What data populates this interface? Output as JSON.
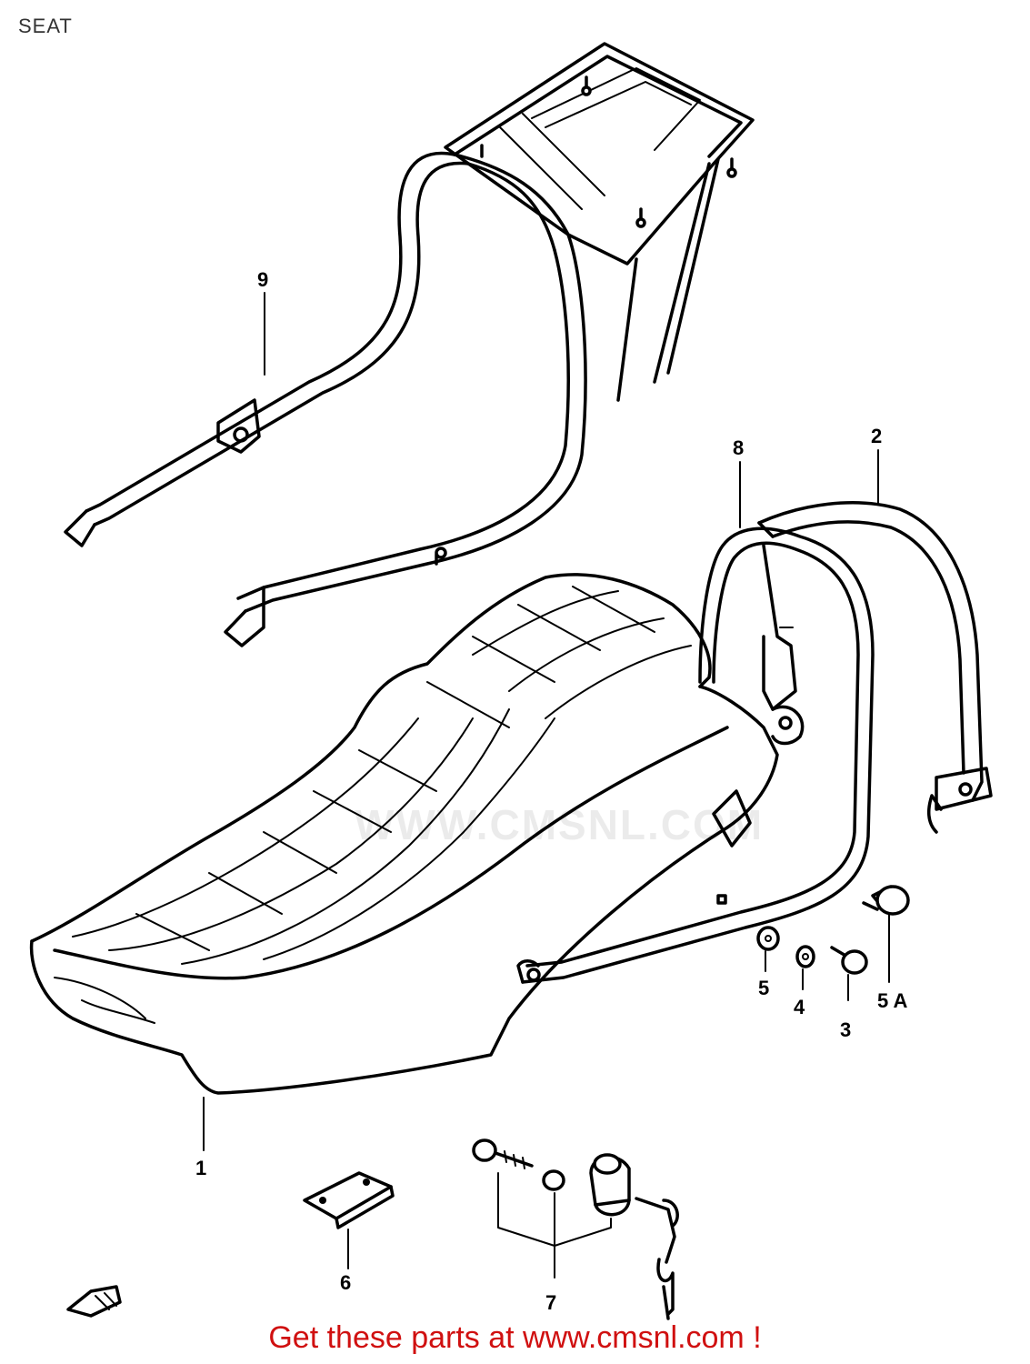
{
  "page": {
    "title": "SEAT"
  },
  "diagram": {
    "callouts": [
      "1",
      "2",
      "3",
      "4",
      "5",
      "5 A",
      "6",
      "7",
      "8",
      "9"
    ],
    "watermark": "WWW.CMSNL.COM"
  },
  "footer": {
    "link_text": "Get these parts at www.cmsnl.com !"
  }
}
